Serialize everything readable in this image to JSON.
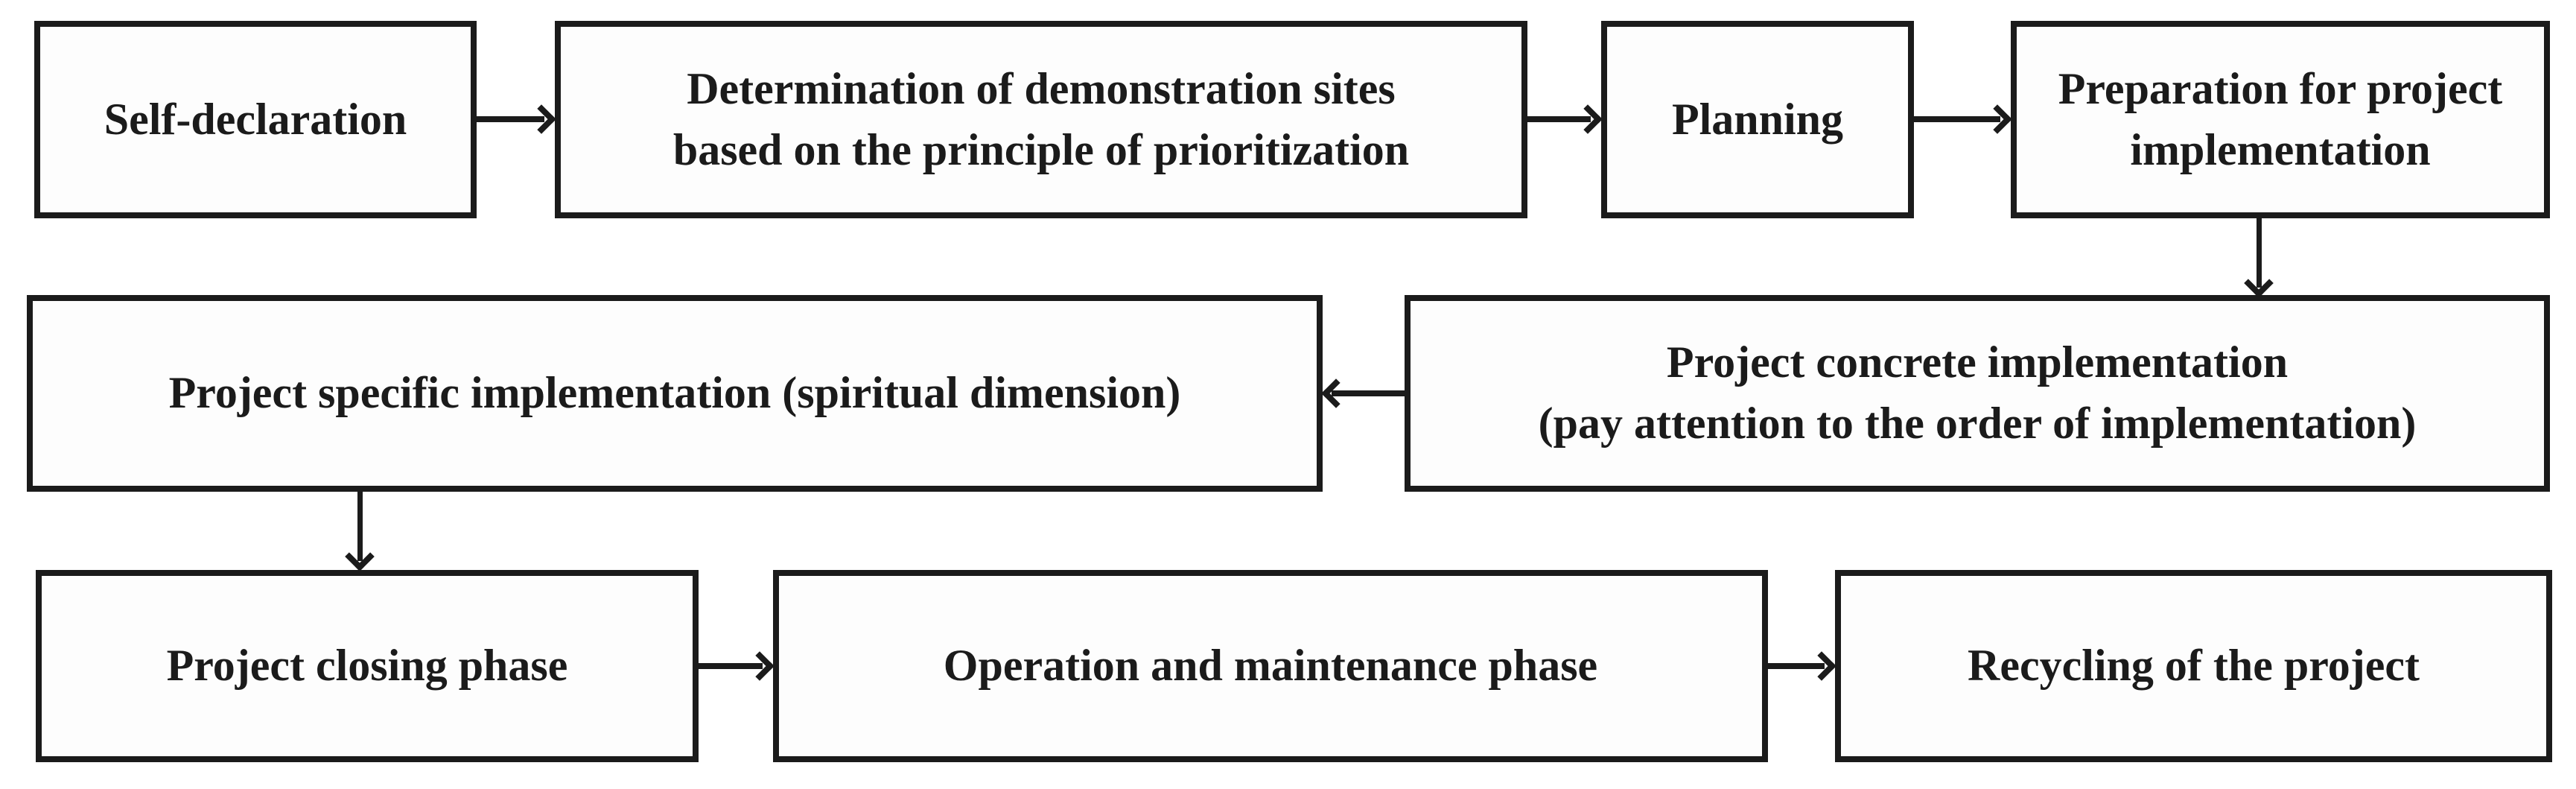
{
  "diagram": {
    "type": "flowchart",
    "colors": {
      "line": "#1b1b1b",
      "text": "#1b1b1b",
      "box_fill": "#fdfdfd",
      "background": "#ffffff"
    },
    "nodes": [
      {
        "id": "self-declaration",
        "label": "Self-declaration"
      },
      {
        "id": "determination-of-demonstration-sites",
        "label": "Determination of demonstration sites\nbased on the principle of prioritization"
      },
      {
        "id": "planning",
        "label": "Planning"
      },
      {
        "id": "preparation-for-project-implementation",
        "label": "Preparation for project\nimplementation"
      },
      {
        "id": "project-specific-implementation",
        "label": "Project specific implementation (spiritual dimension)"
      },
      {
        "id": "project-concrete-implementation",
        "label": "Project concrete implementation\n(pay attention to the order of implementation)"
      },
      {
        "id": "project-closing-phase",
        "label": "Project closing phase"
      },
      {
        "id": "operation-and-maintenance-phase",
        "label": "Operation and maintenance phase"
      },
      {
        "id": "recycling-of-the-project",
        "label": "Recycling of the project"
      }
    ],
    "edges": [
      {
        "from": "self-declaration",
        "to": "determination-of-demonstration-sites",
        "direction": "right"
      },
      {
        "from": "determination-of-demonstration-sites",
        "to": "planning",
        "direction": "right"
      },
      {
        "from": "planning",
        "to": "preparation-for-project-implementation",
        "direction": "right"
      },
      {
        "from": "preparation-for-project-implementation",
        "to": "project-concrete-implementation",
        "direction": "down"
      },
      {
        "from": "project-concrete-implementation",
        "to": "project-specific-implementation",
        "direction": "left"
      },
      {
        "from": "project-specific-implementation",
        "to": "project-closing-phase",
        "direction": "down"
      },
      {
        "from": "project-closing-phase",
        "to": "operation-and-maintenance-phase",
        "direction": "right"
      },
      {
        "from": "operation-and-maintenance-phase",
        "to": "recycling-of-the-project",
        "direction": "right"
      }
    ]
  }
}
